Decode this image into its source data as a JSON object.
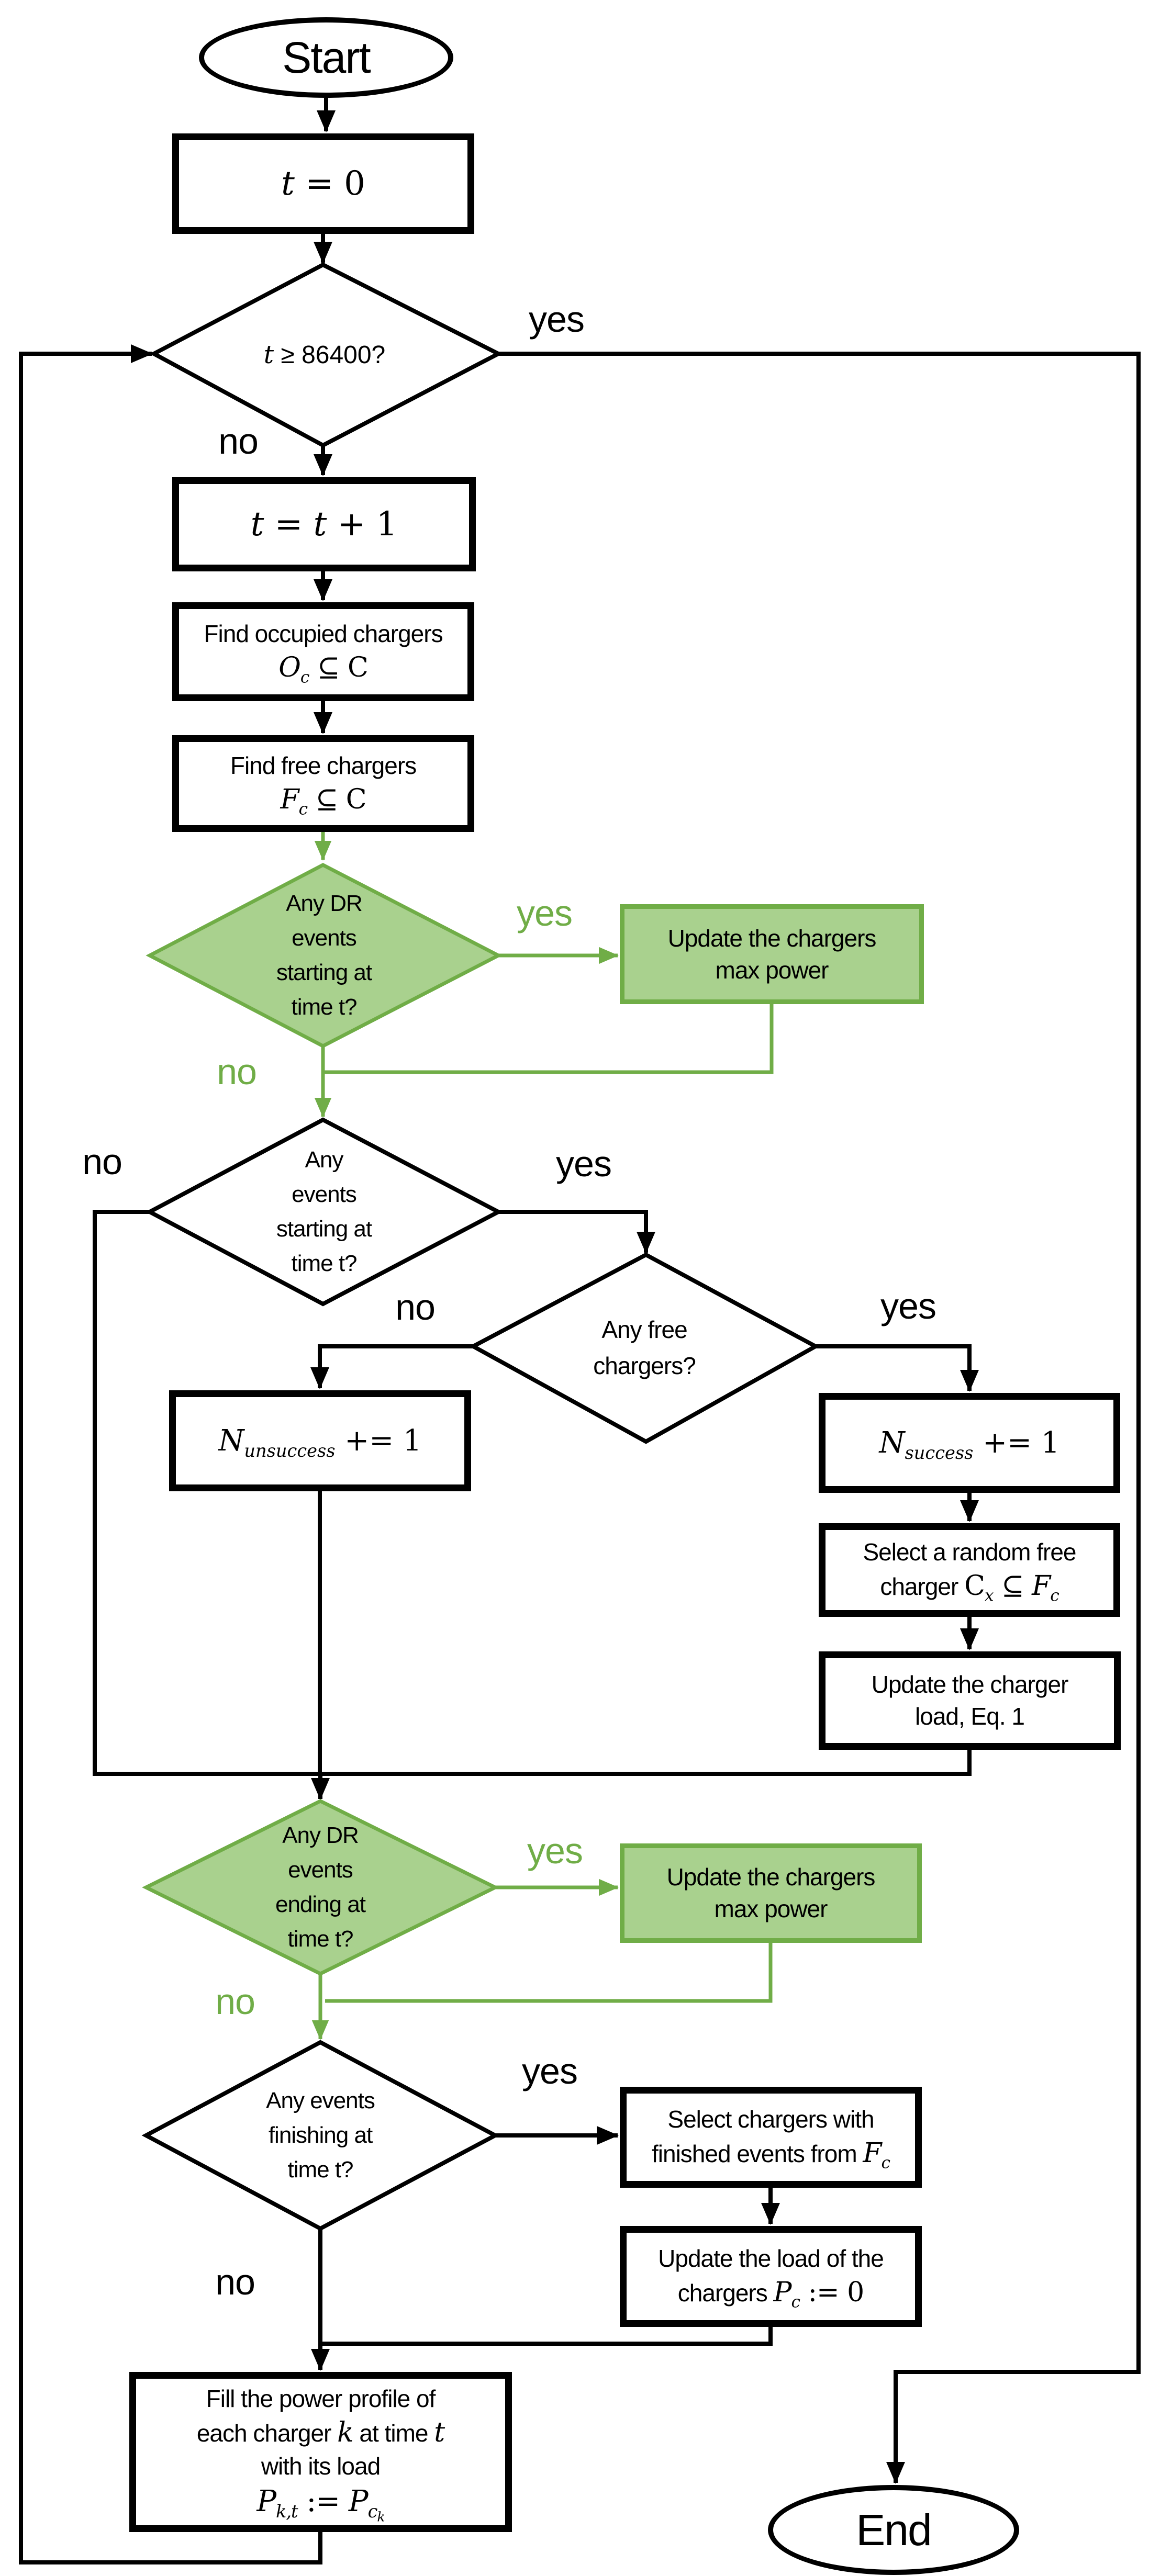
{
  "colors": {
    "line_black": "#000000",
    "green_stroke": "#70ad47",
    "green_fill": "#a9d18e",
    "background": "#ffffff"
  },
  "branch": {
    "yes": "yes",
    "no": "no"
  },
  "terminals": {
    "start": "Start",
    "end": "End"
  },
  "nodes": {
    "set_t0": {
      "var": "t",
      "rest": " = 0"
    },
    "check_end": {
      "var": "t",
      "rest": " ≥ 86400?"
    },
    "increment": {
      "var1": "t",
      "mid": " = ",
      "var2": "t",
      "rest": " + 1"
    },
    "find_occupied": {
      "line1": "Find occupied chargers",
      "var": "O",
      "sub": "c",
      "rest": " ⊆ C"
    },
    "find_free": {
      "line1": "Find free chargers",
      "var": "F",
      "sub": "c",
      "rest": " ⊆ C"
    },
    "dr_start": {
      "l1": "Any DR",
      "l2": "events",
      "l3": "starting at",
      "l4": "time t?"
    },
    "update_max_1": {
      "l1": "Update the chargers",
      "l2": "max power"
    },
    "events_start": {
      "l1": "Any",
      "l2": "events",
      "l3": "starting at",
      "l4": "time t?"
    },
    "free_chargers": {
      "l1": "Any free",
      "l2": "chargers?"
    },
    "n_unsuccess": {
      "var": "N",
      "sub": "unsuccess",
      "rest": " += 1"
    },
    "n_success": {
      "var": "N",
      "sub": "success",
      "rest": " += 1"
    },
    "select_random": {
      "l1": "Select a random free",
      "l2pre": "charger ",
      "var1": "C",
      "sub1": "x",
      "mid": " ⊆ ",
      "var2": "F",
      "sub2": "c"
    },
    "update_load_eq": {
      "l1": "Update the charger",
      "l2": "load, Eq. 1"
    },
    "dr_end": {
      "l1": "Any DR",
      "l2": "events",
      "l3": "ending at",
      "l4": "time t?"
    },
    "update_max_2": {
      "l1": "Update the chargers",
      "l2": "max power"
    },
    "events_finish": {
      "l1": "Any events",
      "l2": "finishing at",
      "l3": "time t?"
    },
    "select_finished": {
      "l1": "Select chargers with",
      "l2pre": "finished events from ",
      "var": "F",
      "sub": "c"
    },
    "reset_load": {
      "l1": "Update the load of the",
      "l2pre": "chargers ",
      "var": "P",
      "sub": "c",
      "rest": " := 0"
    },
    "fill_profile": {
      "l1": "Fill the power profile of",
      "l2a": "each charger ",
      "l2k": "k",
      "l2b": " at time ",
      "l2t": "t",
      "l3": "with its load",
      "var1": "P",
      "sub1": "k,t",
      "mid": " := ",
      "var2": "P",
      "sub2": "c",
      "subsub": "k"
    }
  }
}
